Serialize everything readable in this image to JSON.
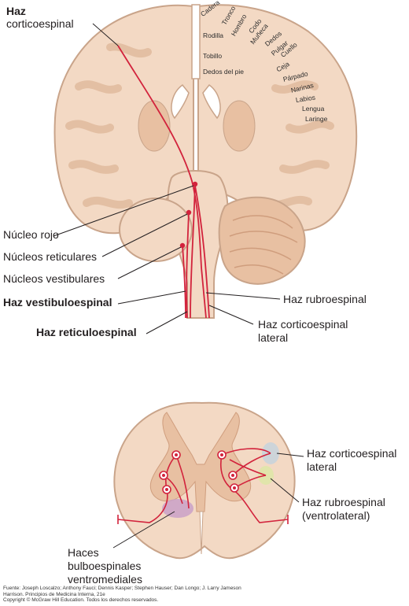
{
  "labels": {
    "corticospinal_top": [
      "Haz",
      "corticoespinal"
    ],
    "nucleo_rojo": "Núcleo rojo",
    "nucleos_reticulares": "Núcleos reticulares",
    "nucleos_vestibulares": "Núcleos vestibulares",
    "haz_vestibuloespinal": "Haz vestibuloespinal",
    "haz_reticuloespinal": "Haz reticuloespinal",
    "haz_rubroespinal": "Haz rubroespinal",
    "haz_corticoespinal_lateral": [
      "Haz corticoespinal",
      "lateral"
    ],
    "spinal_corticoespinal_lateral": [
      "Haz corticoespinal",
      "lateral"
    ],
    "spinal_rubroespinal": [
      "Haz rubroespinal",
      "(ventrolateral)"
    ],
    "haces_bulboespinales": [
      "Haces",
      "bulboespinales",
      "ventromediales"
    ]
  },
  "homunculus": [
    "Cadera",
    "Tronco",
    "Hombro",
    "Codo",
    "Muñeca",
    "Dedos",
    "Pulgar",
    "Cuello",
    "Rodilla",
    "Tobillo",
    "Dedos del pie",
    "Ceja",
    "Párpado",
    "Narinas",
    "Labios",
    "Lengua",
    "Laringe"
  ],
  "credit": [
    "Fuente: Joseph Loscalzo; Anthony Fauci; Dennis Kasper; Stephen Hauser; Dan Longo; J. Larry Jameson",
    "Harrison. Principios de Medicina Interna, 21e",
    "Copyright © McGraw Hill Education. Todos los derechos reservados."
  ],
  "colors": {
    "tissue": "#f3d9c4",
    "tissue_dark": "#e8c0a2",
    "outline": "#c9a48a",
    "tract": "#d2233c",
    "label_line": "#231f20",
    "lateral_tract_fill": "#c9d3dc",
    "rubro_tract_fill": "#dfe6a8",
    "bulbo_tract_fill": "#c9a0c8"
  }
}
